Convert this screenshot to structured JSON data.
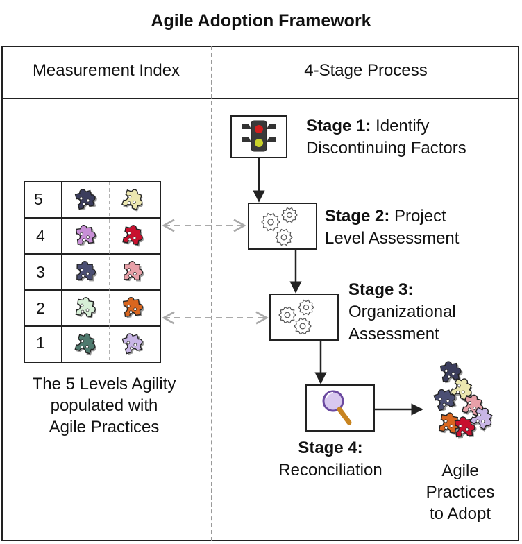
{
  "title": "Agile Adoption Framework",
  "columns": {
    "left": "Measurement Index",
    "right": "4-Stage Process"
  },
  "levels": [
    "5",
    "4",
    "3",
    "2",
    "1"
  ],
  "levels_caption": [
    "The 5 Levels Agility",
    "populated with",
    "Agile Practices"
  ],
  "stages": [
    {
      "label": "Stage 1:",
      "text_lines": [
        "Identify",
        "Discontinuing Factors"
      ],
      "icon": "traffic-light-icon"
    },
    {
      "label": "Stage 2:",
      "text_lines": [
        "Project",
        "Level Assessment"
      ],
      "icon": "gears-icon"
    },
    {
      "label": "Stage 3:",
      "text_lines": [
        "Organizational",
        "Assessment"
      ],
      "icon": "gears-icon"
    },
    {
      "label": "Stage 4:",
      "text_lines": [
        "Reconciliation"
      ],
      "icon": "magnifier-icon"
    }
  ],
  "output_caption": [
    "Agile",
    "Practices",
    "to Adopt"
  ],
  "colors": {
    "stroke": "#222222",
    "dashed_arrow": "#aaaaaa",
    "puzzle": [
      "#3b3d5c",
      "#ece7b0",
      "#c88fd6",
      "#c8102e",
      "#4b4f73",
      "#e8a0a8",
      "#d7efd7",
      "#d9661f",
      "#4f7a6e",
      "#c9b6e6"
    ]
  }
}
